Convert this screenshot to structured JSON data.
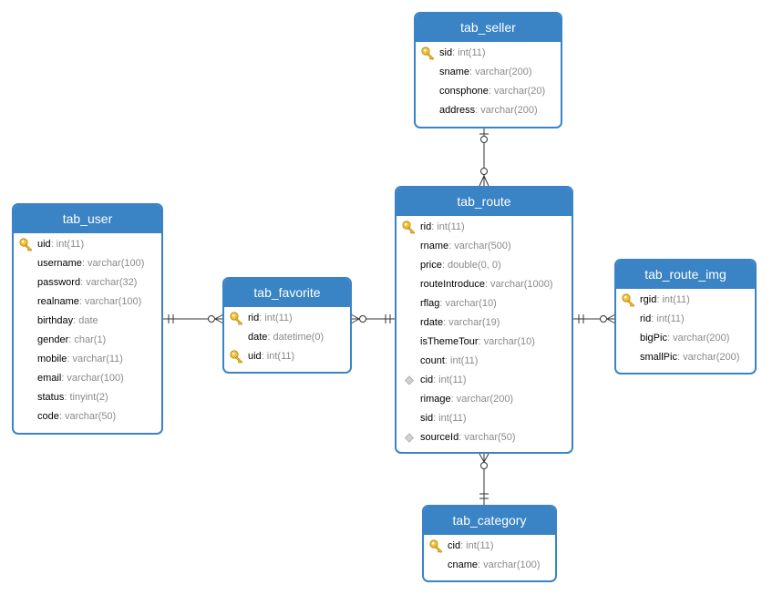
{
  "colors": {
    "accent": "#3a83c4",
    "type_text": "#8a8a8a",
    "key": "#f2c130",
    "index": "#c8c8c8"
  },
  "icons": {
    "pk": "key-icon",
    "fk": "key-icon",
    "idx": "diamond-icon"
  },
  "entities": {
    "tab_seller": {
      "title": "tab_seller",
      "fields": [
        {
          "name": "sid",
          "type": ": int(11)",
          "icon": "pk"
        },
        {
          "name": "sname",
          "type": ": varchar(200)"
        },
        {
          "name": "consphone",
          "type": ": varchar(20)"
        },
        {
          "name": "address",
          "type": ": varchar(200)"
        }
      ]
    },
    "tab_user": {
      "title": "tab_user",
      "fields": [
        {
          "name": "uid",
          "type": ": int(11)",
          "icon": "pk"
        },
        {
          "name": "username",
          "type": ": varchar(100)"
        },
        {
          "name": "password",
          "type": ": varchar(32)"
        },
        {
          "name": "realname",
          "type": ": varchar(100)"
        },
        {
          "name": "birthday",
          "type": ": date"
        },
        {
          "name": "gender",
          "type": ": char(1)"
        },
        {
          "name": "mobile",
          "type": ": varchar(11)"
        },
        {
          "name": "email",
          "type": ": varchar(100)"
        },
        {
          "name": "status",
          "type": ": tinyint(2)"
        },
        {
          "name": "code",
          "type": ": varchar(50)"
        }
      ]
    },
    "tab_favorite": {
      "title": "tab_favorite",
      "fields": [
        {
          "name": "rid",
          "type": ": int(11)",
          "icon": "pk"
        },
        {
          "name": "date",
          "type": ": datetime(0)"
        },
        {
          "name": "uid",
          "type": ": int(11)",
          "icon": "fk"
        }
      ]
    },
    "tab_route": {
      "title": "tab_route",
      "fields": [
        {
          "name": "rid",
          "type": ": int(11)",
          "icon": "pk"
        },
        {
          "name": "rname",
          "type": ": varchar(500)"
        },
        {
          "name": "price",
          "type": ": double(0, 0)"
        },
        {
          "name": "routeIntroduce",
          "type": ": varchar(1000)"
        },
        {
          "name": "rflag",
          "type": ": varchar(10)"
        },
        {
          "name": "rdate",
          "type": ": varchar(19)"
        },
        {
          "name": "isThemeTour",
          "type": ": varchar(10)"
        },
        {
          "name": "count",
          "type": ": int(11)"
        },
        {
          "name": "cid",
          "type": ": int(11)",
          "icon": "idx"
        },
        {
          "name": "rimage",
          "type": ": varchar(200)"
        },
        {
          "name": "sid",
          "type": ": int(11)"
        },
        {
          "name": "sourceId",
          "type": ": varchar(50)",
          "icon": "idx"
        }
      ]
    },
    "tab_route_img": {
      "title": "tab_route_img",
      "fields": [
        {
          "name": "rgid",
          "type": ": int(11)",
          "icon": "pk"
        },
        {
          "name": "rid",
          "type": ": int(11)"
        },
        {
          "name": "bigPic",
          "type": ": varchar(200)"
        },
        {
          "name": "smallPic",
          "type": ": varchar(200)"
        }
      ]
    },
    "tab_category": {
      "title": "tab_category",
      "fields": [
        {
          "name": "cid",
          "type": ": int(11)",
          "icon": "pk"
        },
        {
          "name": "cname",
          "type": ": varchar(100)"
        }
      ]
    }
  }
}
